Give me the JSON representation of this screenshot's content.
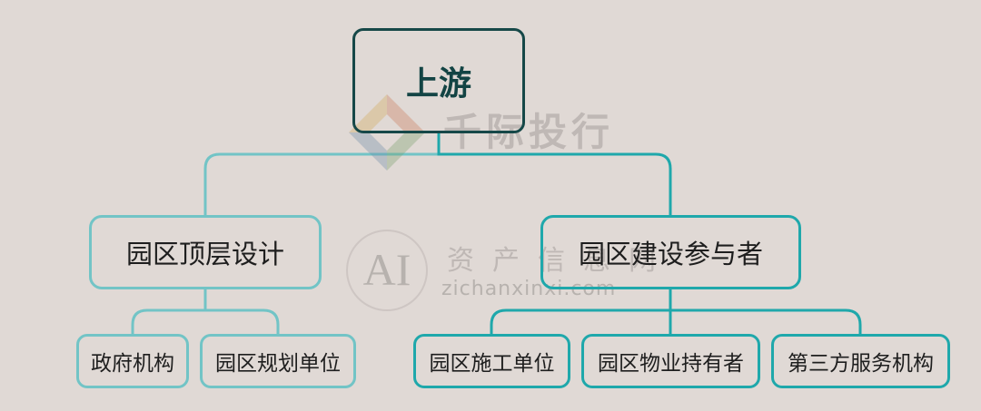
{
  "root": {
    "label": "上游"
  },
  "branches": [
    {
      "label": "园区顶层设计",
      "children": [
        "政府机构",
        "园区规划单位"
      ]
    },
    {
      "label": "园区建设参与者",
      "children": [
        "园区施工单位",
        "园区物业持有者",
        "第三方服务机构"
      ]
    }
  ],
  "watermarks": {
    "brand1": "千际投行",
    "ai_logo": "AI",
    "brand2": "资产信息网",
    "url": "zichanxinxi.com"
  },
  "colors": {
    "background": "#e0d9d5",
    "root_border": "#164848",
    "light_teal": "#72c4c6",
    "dark_teal": "#1fa8ab"
  }
}
